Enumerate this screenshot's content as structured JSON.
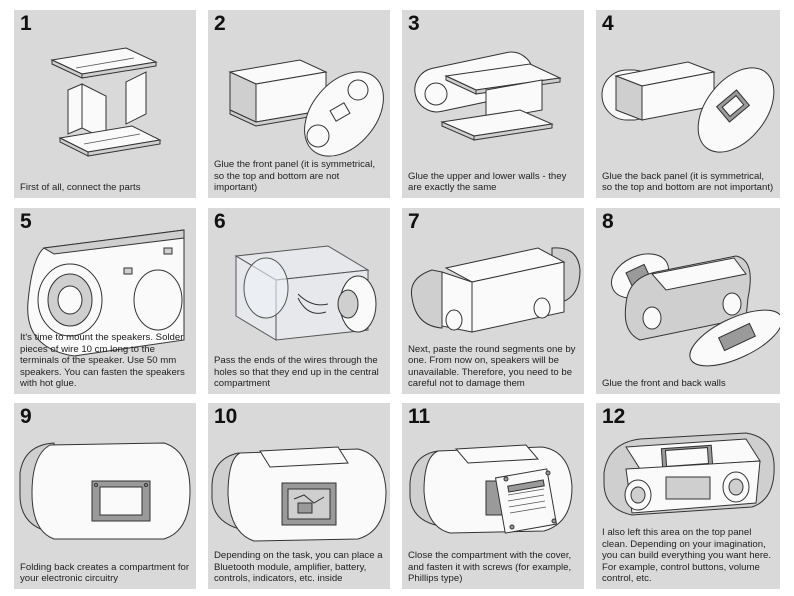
{
  "steps": [
    {
      "number": "1",
      "caption": "First of all, connect the parts"
    },
    {
      "number": "2",
      "caption": "Glue the front panel (it is symmetrical, so the top and bottom are not important)"
    },
    {
      "number": "3",
      "caption": "Glue the upper and lower walls - they are exactly the same"
    },
    {
      "number": "4",
      "caption": "Glue the back panel (it is symmetrical, so the top and bottom are not important)"
    },
    {
      "number": "5",
      "caption": "It's time to mount the speakers. Solder pieces of wire 10 cm long to the terminals of the speaker. Use 50 mm speakers. You can fasten the speakers with hot glue."
    },
    {
      "number": "6",
      "caption": "Pass the ends of the wires through the holes so that they end up in the central compartment"
    },
    {
      "number": "7",
      "caption": "Next, paste the round segments one by one. From now on, speakers will be unavailable. Therefore, you need to be careful not to damage them"
    },
    {
      "number": "8",
      "caption": "Glue the front and back walls"
    },
    {
      "number": "9",
      "caption": "Folding back creates a compartment for your electronic circuitry"
    },
    {
      "number": "10",
      "caption": "Depending on the task, you can place a Bluetooth module, amplifier, battery, controls, indicators, etc. inside"
    },
    {
      "number": "11",
      "caption": "Close the compartment with the cover, and fasten it with screws (for example, Phillips type)"
    },
    {
      "number": "12",
      "caption": "I also left this area on the top panel clean. Depending on your imagination, you can build everything you want here. For example, control buttons, volume control, etc."
    }
  ],
  "colors": {
    "panel_bg": "#d9d9d9",
    "page_bg": "#ffffff",
    "text": "#222222"
  }
}
